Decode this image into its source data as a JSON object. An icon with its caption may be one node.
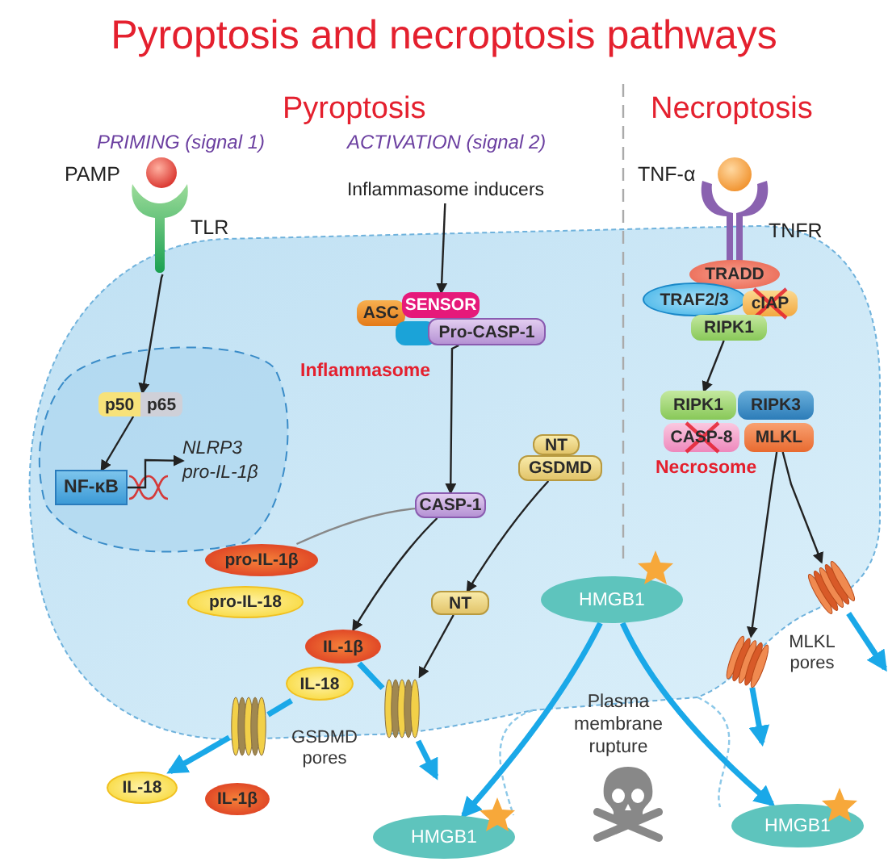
{
  "diagram": {
    "title": "Pyroptosis and necroptosis pathways",
    "nodes": [
      {
        "text": [
          "Inflammasome inducers"
        ]
      },
      {
        "text": [
          "ASC"
        ]
      },
      {
        "text": [
          "SENSOR"
        ]
      },
      {
        "text": [],
        "shape": "box"
      },
      {
        "text": [
          "Pro-CASP-1"
        ]
      },
      {
        "text": [
          "TLR"
        ]
      },
      {
        "text": [
          "p50",
          "p65"
        ]
      },
      {
        "text": [
          "NF-κB"
        ]
      },
      {
        "text": [
          "NLRP3",
          "pro-IL-1β"
        ]
      },
      {
        "text": [
          "NT"
        ]
      },
      {
        "text": [
          "GSDMD"
        ]
      },
      {
        "text": [
          "CASP-1"
        ]
      },
      {
        "text": [
          "pro-IL-1β"
        ]
      },
      {
        "text": [
          "pro-IL-18"
        ]
      },
      {
        "text": [
          "NT"
        ]
      },
      {
        "text": [
          "IL-1β"
        ]
      },
      {
        "text": [
          "IL-18"
        ]
      },
      {
        "text": [],
        "shape": "picture"
      },
      {
        "text": [],
        "shape": "picture"
      },
      {
        "text": [
          "IL-18"
        ]
      },
      {
        "text": [
          "IL-1β"
        ]
      },
      {
        "text": [
          "HMGB1"
        ]
      },
      {
        "text": [
          "HMGB1"
        ]
      },
      {
        "text": [
          "HMGB1"
        ]
      },
      {
        "text": [
          "TRADD"
        ]
      },
      {
        "text": [
          "TRAF2/3"
        ]
      },
      {
        "text": [
          "cIAP"
        ]
      },
      {
        "text": [
          "RIPK1"
        ]
      },
      {
        "text": [
          "RIPK1"
        ]
      },
      {
        "text": [
          "RIPK3"
        ]
      },
      {
        "text": [
          "CASP-8"
        ]
      },
      {
        "text": [
          "MLKL"
        ]
      },
      {
        "text": [],
        "shape": "picture"
      },
      {
        "text": [],
        "shape": "picture"
      }
    ],
    "edges": [
      {
        "from": 5,
        "to": 6,
        "arrow": "to"
      },
      {
        "from": 6,
        "to": 7,
        "arrow": "to"
      },
      {
        "from": 7,
        "to": 8,
        "arrow": "to"
      },
      {
        "from": 0,
        "to": 2,
        "arrow": "to"
      },
      {
        "from": 4,
        "to": 11,
        "arrow": "to"
      },
      {
        "from": 11,
        "to": 12,
        "arrow": "none",
        "color": "#888888"
      },
      {
        "from": 11,
        "to": 15,
        "arrow": "to"
      },
      {
        "from": 10,
        "to": 14,
        "arrow": "to"
      },
      {
        "from": 14,
        "to": 18,
        "arrow": "to"
      },
      {
        "from": 16,
        "to": 17,
        "arrow": "none",
        "style": "thick",
        "color": "#1aa8e8"
      },
      {
        "from": 17,
        "to": 19,
        "arrow": "to",
        "style": "thick",
        "color": "#1aa8e8"
      },
      {
        "from": 15,
        "to": 18,
        "arrow": "none",
        "style": "thick",
        "color": "#1aa8e8"
      },
      {
        "from": 18,
        "to": null,
        "arrow": "to",
        "style": "thick",
        "color": "#1aa8e8"
      },
      {
        "from": 21,
        "to": 22,
        "arrow": "to",
        "style": "thick",
        "color": "#1aa8e8"
      },
      {
        "from": 21,
        "to": 23,
        "arrow": "to",
        "style": "thick",
        "color": "#1aa8e8"
      },
      {
        "from": 27,
        "to": 28,
        "arrow": "to"
      },
      {
        "from": 31,
        "to": 32,
        "arrow": "to"
      },
      {
        "from": 31,
        "to": 33,
        "arrow": "to"
      },
      {
        "from": 32,
        "to": null,
        "arrow": "to",
        "style": "thick",
        "color": "#1aa8e8"
      },
      {
        "from": 33,
        "to": null,
        "arrow": "to",
        "style": "thick",
        "color": "#1aa8e8"
      }
    ],
    "labels": [
      "Pyroptosis",
      "Necroptosis",
      "PRIMING (signal 1)",
      "ACTIVATION (signal 2)",
      "PAMP",
      "TNF-α",
      "TNFR",
      "Inflammasome",
      "Necrosome",
      "GSDMD pores",
      "MLKL pores",
      "Plasma membrane rupture"
    ]
  }
}
